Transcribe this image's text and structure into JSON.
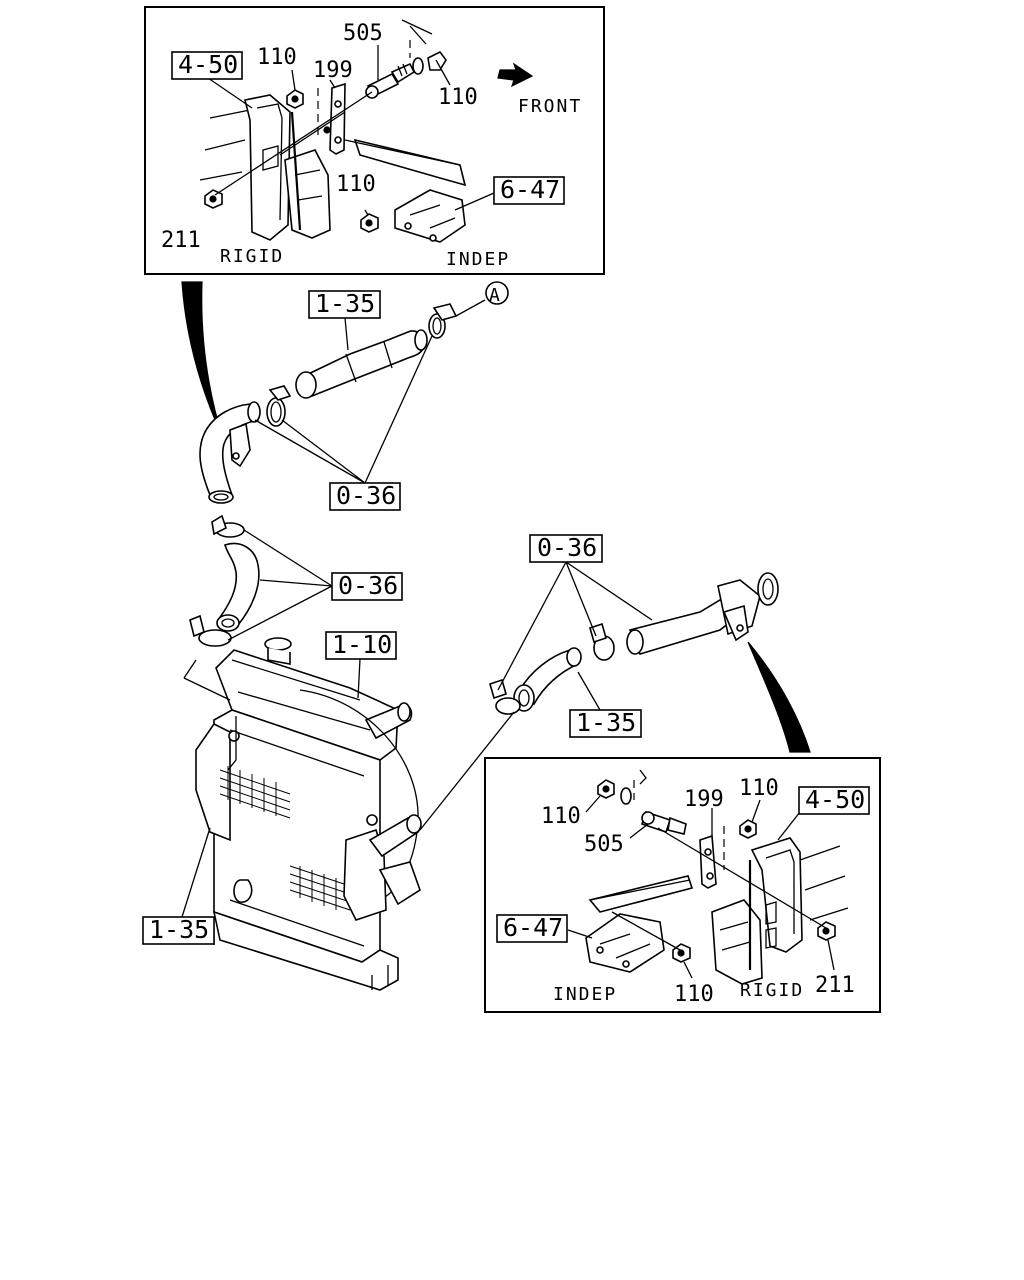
{
  "diagram": {
    "detail_top": {
      "refs": {
        "bracket": "4-50",
        "mount": "6-47"
      },
      "callouts": {
        "bolt_505": "505",
        "nut_110_upper": "110",
        "clip_199": "199",
        "nut_110_right": "110",
        "nut_110_lower": "110",
        "nut_211": "211"
      },
      "variants": {
        "left": "RIGID",
        "right": "INDEP"
      },
      "direction": "FRONT"
    },
    "main": {
      "hose_upper_ref": "1-35",
      "marker_a": "A",
      "clamps_upper_ref": "0-36",
      "clamps_middle_ref": "0-36",
      "clamps_right_ref": "0-36",
      "radiator_ref": "1-10",
      "hose_lower_right_ref": "1-35",
      "radiator_body_ref": "1-35"
    },
    "detail_bottom": {
      "refs": {
        "bracket": "4-50",
        "mount": "6-47"
      },
      "callouts": {
        "nut_110_left": "110",
        "bolt_505": "505",
        "clip_199": "199",
        "nut_110_right": "110",
        "nut_110_bottom": "110",
        "nut_211": "211"
      },
      "variants": {
        "left": "INDEP",
        "right": "RIGID"
      }
    }
  }
}
